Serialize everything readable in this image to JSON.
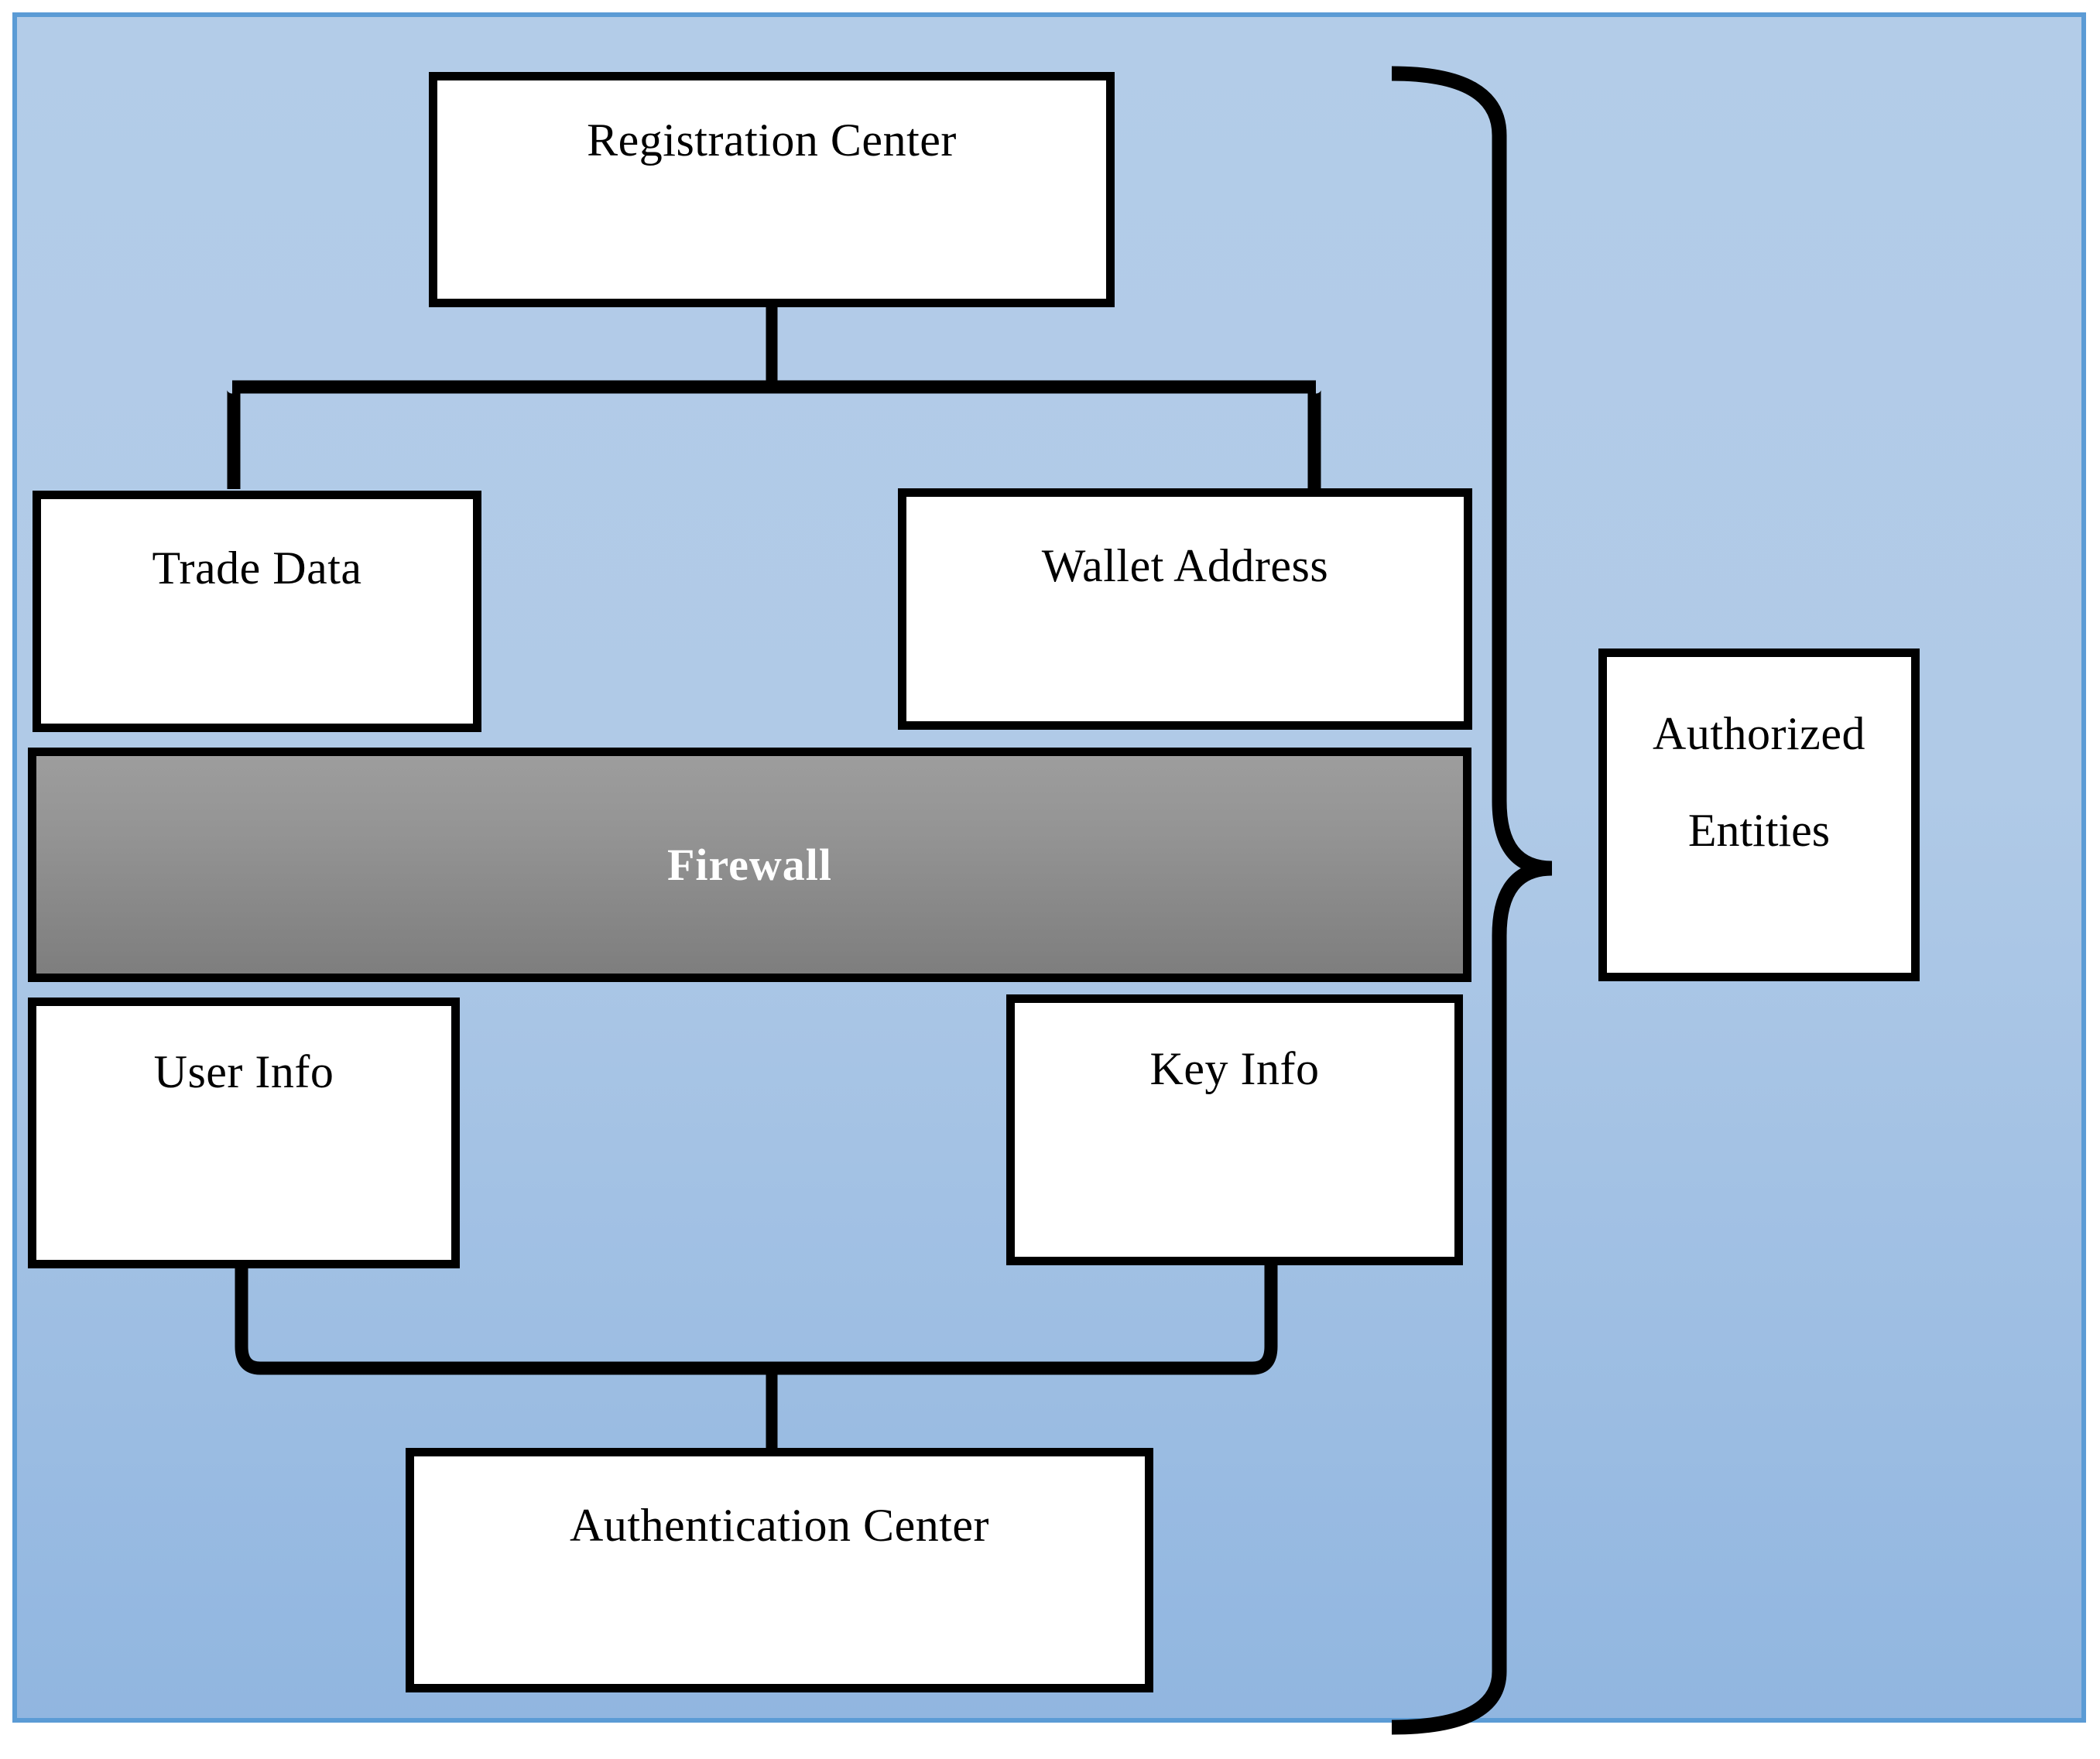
{
  "diagram": {
    "title_present": false,
    "background": {
      "fill_color": "#B3CCE8",
      "border_color": "#5B9BD5"
    },
    "nodes": [
      {
        "id": "registration-center",
        "label": "Registration Center",
        "fill": "#FFFFFF",
        "stroke": "#000000"
      },
      {
        "id": "trade-data",
        "label": "Trade Data",
        "fill": "#FFFFFF",
        "stroke": "#000000"
      },
      {
        "id": "wallet-address",
        "label": "Wallet Address",
        "fill": "#FFFFFF",
        "stroke": "#000000"
      },
      {
        "id": "firewall",
        "label": "Firewall",
        "fill": "#909090",
        "stroke": "#000000",
        "text_color": "#FFFFFF"
      },
      {
        "id": "user-info",
        "label": "User Info",
        "fill": "#FFFFFF",
        "stroke": "#000000"
      },
      {
        "id": "key-info",
        "label": "Key Info",
        "fill": "#FFFFFF",
        "stroke": "#000000"
      },
      {
        "id": "authentication-center",
        "label": "Authentication Center",
        "fill": "#FFFFFF",
        "stroke": "#000000"
      },
      {
        "id": "authorized-entities",
        "label_line1": "Authorized",
        "label_line2": "Entities",
        "fill": "#FFFFFF",
        "stroke": "#000000"
      }
    ],
    "edges": [
      {
        "from": "registration-center",
        "to": "trade-data",
        "style": "elbow"
      },
      {
        "from": "registration-center",
        "to": "wallet-address",
        "style": "elbow"
      },
      {
        "from": "user-info",
        "to": "authentication-center",
        "style": "elbow"
      },
      {
        "from": "key-info",
        "to": "authentication-center",
        "style": "elbow"
      },
      {
        "from": "authorized-entities",
        "to": "diagram-scope",
        "style": "curly-bracket"
      }
    ]
  }
}
